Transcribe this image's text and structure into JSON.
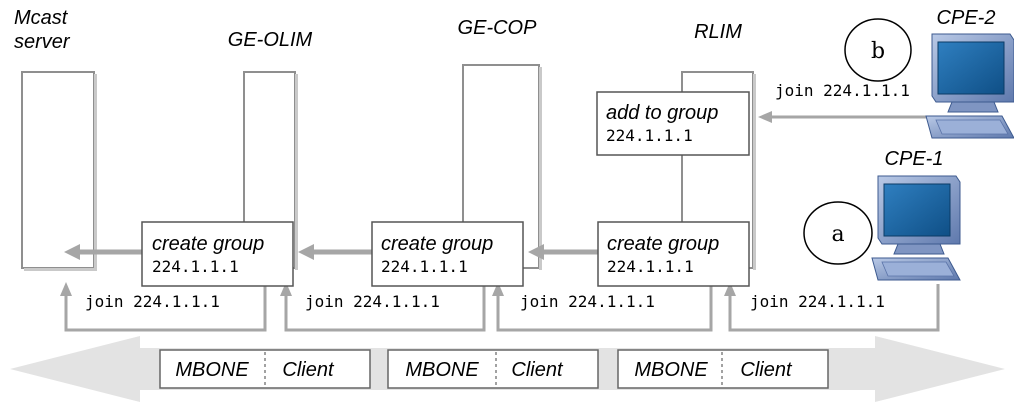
{
  "nodes": {
    "mcast_server": [
      "Mcast",
      "server"
    ],
    "ge_olim": "GE-OLIM",
    "ge_cop": "GE-COP",
    "rlim": "RLIM",
    "cpe2": "CPE-2",
    "cpe1": "CPE-1"
  },
  "boxes": {
    "create_title": "create group",
    "add_title": "add to group",
    "address": "224.1.1.1"
  },
  "joins": {
    "label": "join 224.1.1.1"
  },
  "markers": {
    "a": "a",
    "b": "b"
  },
  "bottom_bar": {
    "left": "MBONE",
    "right": "Client"
  },
  "colors": {
    "arrow_gray": "#a6a6a6",
    "band_gray": "#e3e3e3",
    "monitor_blue": "#1d6aa5"
  }
}
